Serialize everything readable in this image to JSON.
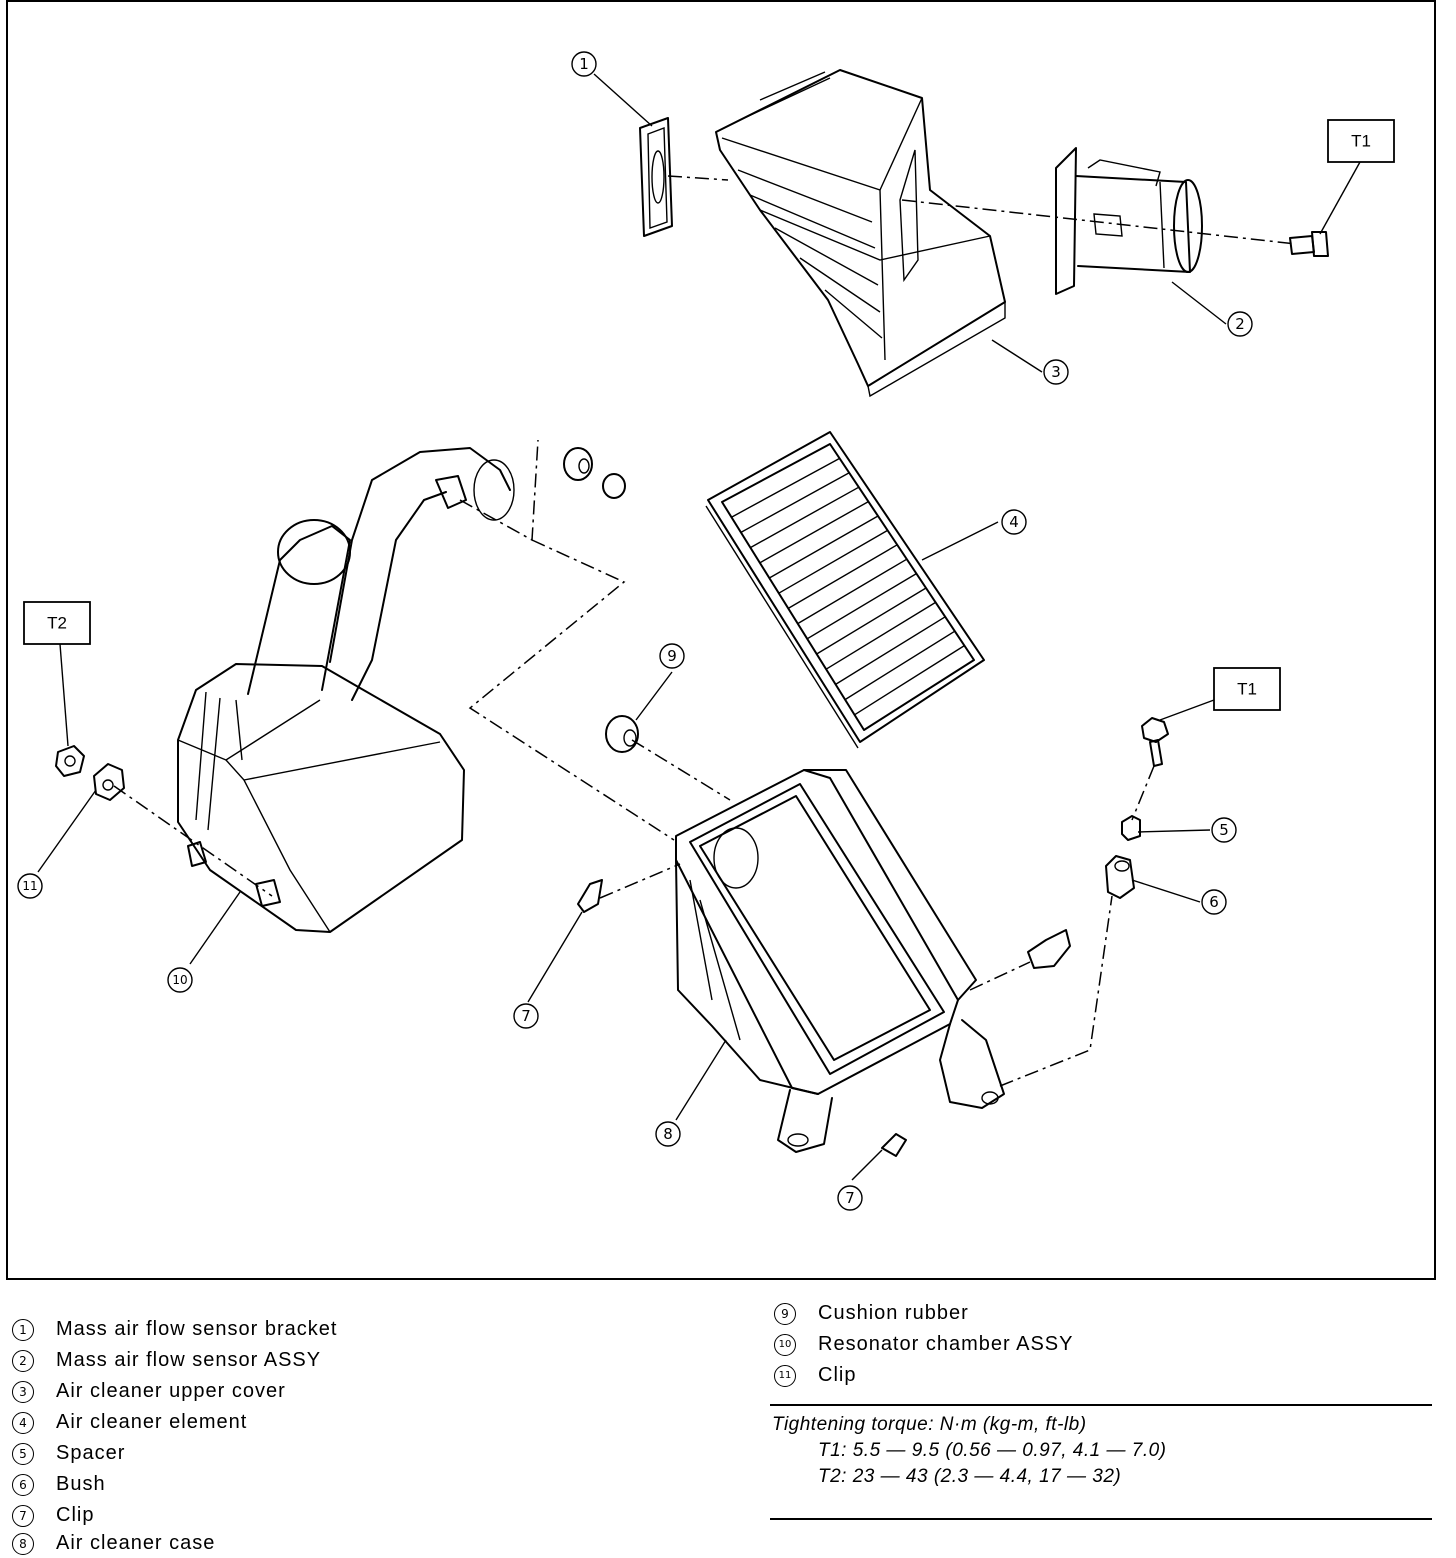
{
  "diagram": {
    "callouts": {
      "c1": "1",
      "c2": "2",
      "c3": "3",
      "c4": "4",
      "c5": "5",
      "c6": "6",
      "c7a": "7",
      "c7b": "7",
      "c8": "8",
      "c9": "9",
      "c10": "10",
      "c11": "11"
    },
    "torque_tags": {
      "t1_top": "T1",
      "t1_right": "T1",
      "t2_left": "T2"
    }
  },
  "legend": {
    "left": [
      {
        "num": "1",
        "label": "Mass air flow sensor bracket"
      },
      {
        "num": "2",
        "label": "Mass air flow sensor ASSY"
      },
      {
        "num": "3",
        "label": "Air cleaner upper cover"
      },
      {
        "num": "4",
        "label": "Air cleaner element"
      },
      {
        "num": "5",
        "label": "Spacer"
      },
      {
        "num": "6",
        "label": "Bush"
      },
      {
        "num": "7",
        "label": "Clip"
      },
      {
        "num": "8",
        "label": "Air cleaner case"
      }
    ],
    "right": [
      {
        "num": "9",
        "label": "Cushion rubber"
      },
      {
        "num": "10",
        "label": "Resonator chamber ASSY"
      },
      {
        "num": "11",
        "label": "Clip"
      }
    ]
  },
  "torque": {
    "heading": "Tightening torque: N·m (kg-m, ft-lb)",
    "t1": "T1:  5.5 — 9.5 (0.56 — 0.97, 4.1 — 7.0)",
    "t2": "T2:  23 — 43 (2.3 — 4.4, 17 — 32)"
  }
}
